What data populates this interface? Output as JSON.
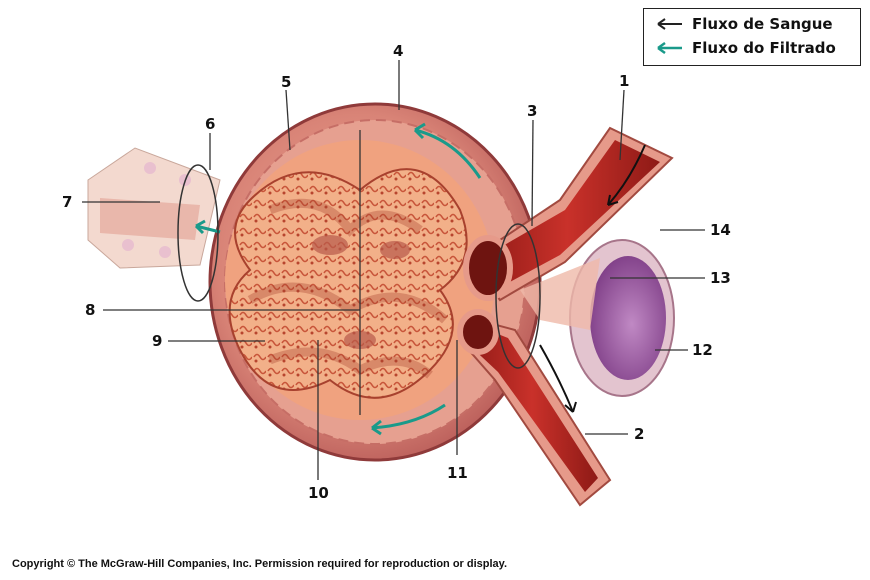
{
  "legend": {
    "blood_flow": "Fluxo de Sangue",
    "filtrate_flow": "Fluxo do Filtrado",
    "blood_arrow_color": "#222222",
    "filtrate_arrow_color": "#1a9a8a"
  },
  "labels": {
    "n1": "1",
    "n2": "2",
    "n3": "3",
    "n4": "4",
    "n5": "5",
    "n6": "6",
    "n7": "7",
    "n8": "8",
    "n9": "9",
    "n10": "10",
    "n11": "11",
    "n12": "12",
    "n13": "13",
    "n14": "14"
  },
  "copyright": "Copyright © The McGraw-Hill Companies, Inc. Permission required for reproduction or display."
}
